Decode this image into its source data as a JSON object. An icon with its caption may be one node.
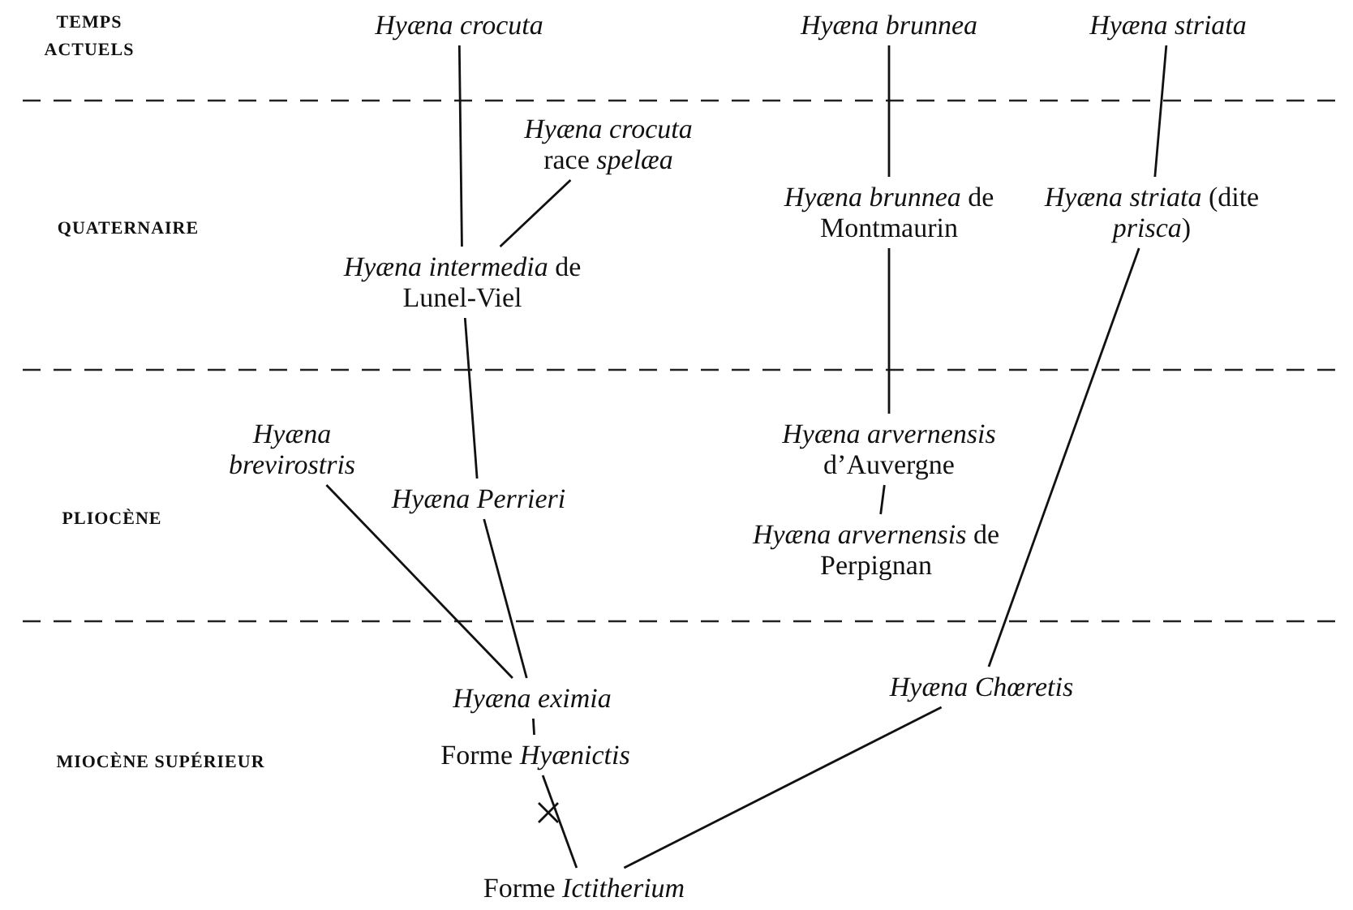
{
  "diagram": {
    "nodes": [
      {
        "text": [
          "Hyæna crocuta"
        ]
      },
      {
        "text": [
          "Hyæna brunnea"
        ]
      },
      {
        "text": [
          "Hyæna striata"
        ]
      },
      {
        "text": [
          "*Hyæna crocuta* race *spelæa*"
        ]
      },
      {
        "text": [
          "*Hyæna brunnea* de Montmaurin"
        ]
      },
      {
        "text": [
          "*Hyæna striata* (dite *prisca*)"
        ]
      },
      {
        "text": [
          "*Hyæna intermedia* de Lunel-Viel"
        ]
      },
      {
        "text": [
          "Hyæna brevirostris"
        ]
      },
      {
        "text": [
          "*Hyæna arvernensis* d’Auvergne"
        ]
      },
      {
        "text": [
          "Hyæna Perrieri"
        ]
      },
      {
        "text": [
          "*Hyæna arvernensis* de Perpignan"
        ]
      },
      {
        "text": [
          "Hyæna Chœretis"
        ]
      },
      {
        "text": [
          "Hyæna eximia"
        ]
      },
      {
        "text": [
          "Forme *Hyænictis*"
        ]
      },
      {
        "text": [
          "Forme *Ictitherium*"
        ]
      }
    ],
    "edges": [
      {
        "from": 14,
        "to": 13,
        "arrow": "none"
      },
      {
        "from": 13,
        "to": 12,
        "arrow": "none"
      },
      {
        "from": 12,
        "to": 9,
        "arrow": "none"
      },
      {
        "from": 12,
        "to": 7,
        "arrow": "none"
      },
      {
        "from": 9,
        "to": 6,
        "arrow": "none"
      },
      {
        "from": 6,
        "to": 0,
        "arrow": "none"
      },
      {
        "from": 6,
        "to": 3,
        "arrow": "none"
      },
      {
        "from": 8,
        "to": 4,
        "arrow": "none"
      },
      {
        "from": 4,
        "to": 1,
        "arrow": "none"
      },
      {
        "from": 8,
        "to": 10,
        "arrow": "none"
      },
      {
        "from": 14,
        "to": 11,
        "arrow": "none"
      },
      {
        "from": 11,
        "to": 5,
        "arrow": "none"
      },
      {
        "from": 5,
        "to": 2,
        "arrow": "none"
      }
    ],
    "labels": [
      "TEMPS ACTUELS",
      "QUATERNAIRE",
      "PLIOCÈNE",
      "MIOCÈNE SUPÉRIEUR"
    ]
  }
}
